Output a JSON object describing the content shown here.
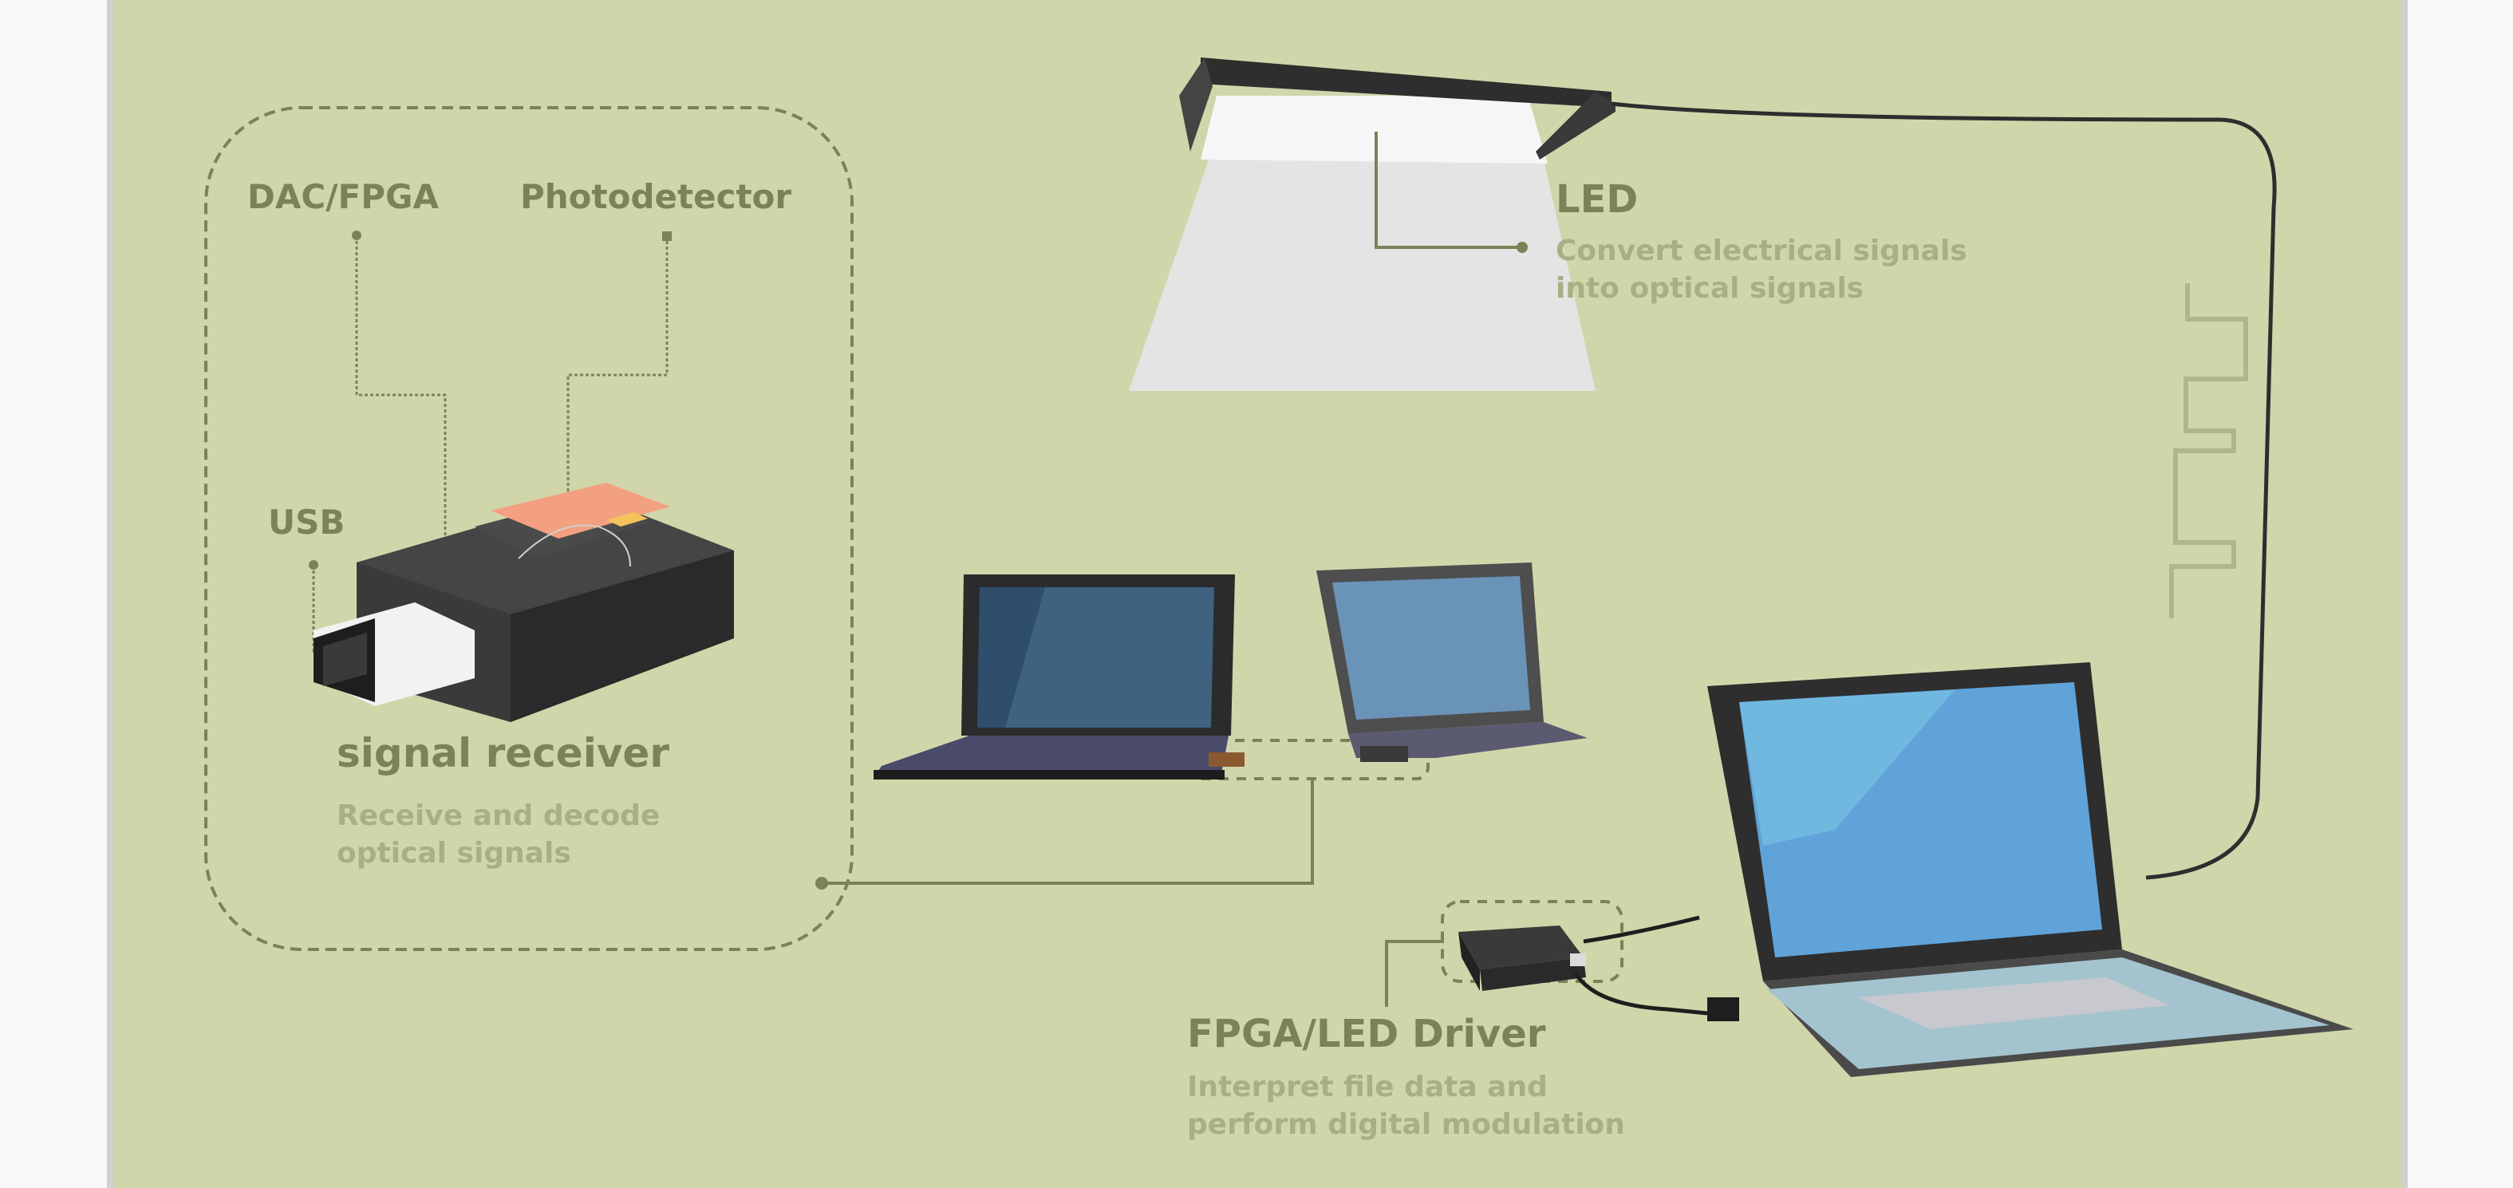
{
  "colors": {
    "background_panel": "#d1d6aa",
    "page_margin": "#f8f8f8",
    "label_dark": "#7d8256",
    "label_light": "#a9ae84",
    "device_black": "#2e2e2e",
    "photodetector_orange": "#f2a07f",
    "screen_blue": "#5f9fd6",
    "led_light": "#e5e5e5"
  },
  "receiver": {
    "title": "signal receiver",
    "description": "Receive and decode\noptical signals",
    "parts": {
      "dac_fpga": "DAC/FPGA",
      "photodetector": "Photodetector",
      "usb": "USB"
    }
  },
  "led": {
    "title": "LED",
    "description": "Convert electrical signals\ninto optical signals"
  },
  "driver": {
    "title": "FPGA/LED Driver",
    "description": "Interpret file data and\nperform digital modulation"
  },
  "icons": [
    "usb-receiver-device-icon",
    "led-lamp-icon",
    "laptop-icon",
    "square-wave-signal-icon",
    "led-driver-box-icon"
  ]
}
